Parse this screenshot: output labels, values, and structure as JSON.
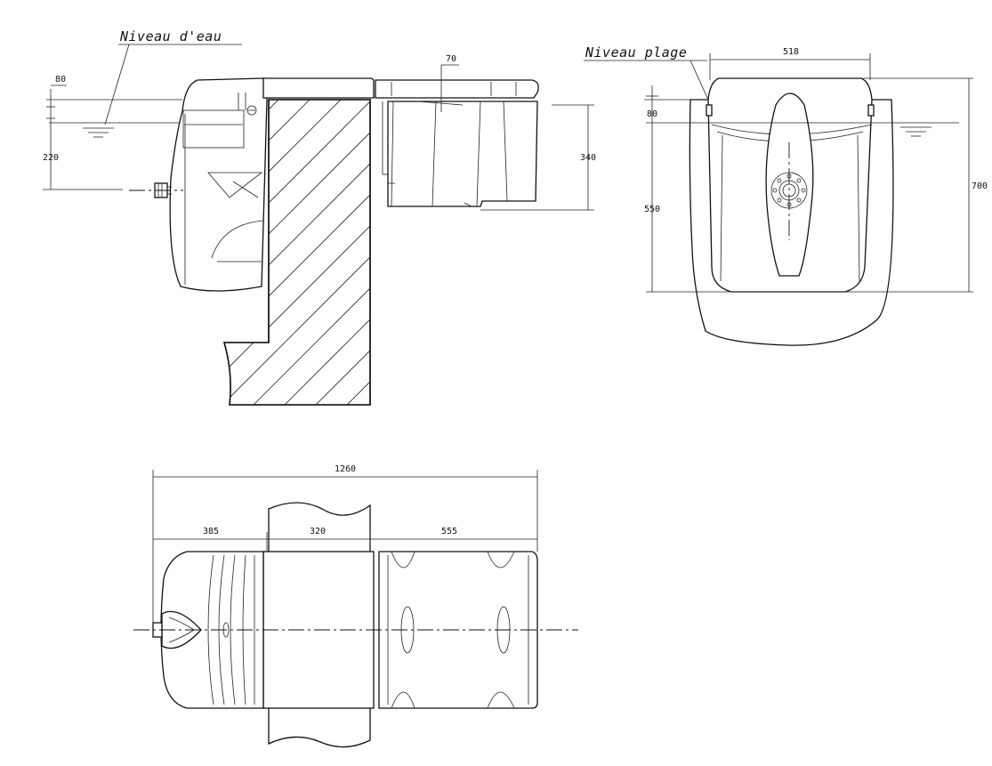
{
  "labels": {
    "water_level": "Niveau d'eau",
    "beach_level": "Niveau plage"
  },
  "side_view": {
    "dim_80": "80",
    "dim_220": "220",
    "dim_70": "70",
    "dim_340": "340"
  },
  "front_view": {
    "dim_518": "518",
    "dim_80": "80",
    "dim_550": "550",
    "dim_700": "700"
  },
  "top_view": {
    "dim_1260": "1260",
    "dim_385": "385",
    "dim_320": "320",
    "dim_555": "555"
  }
}
